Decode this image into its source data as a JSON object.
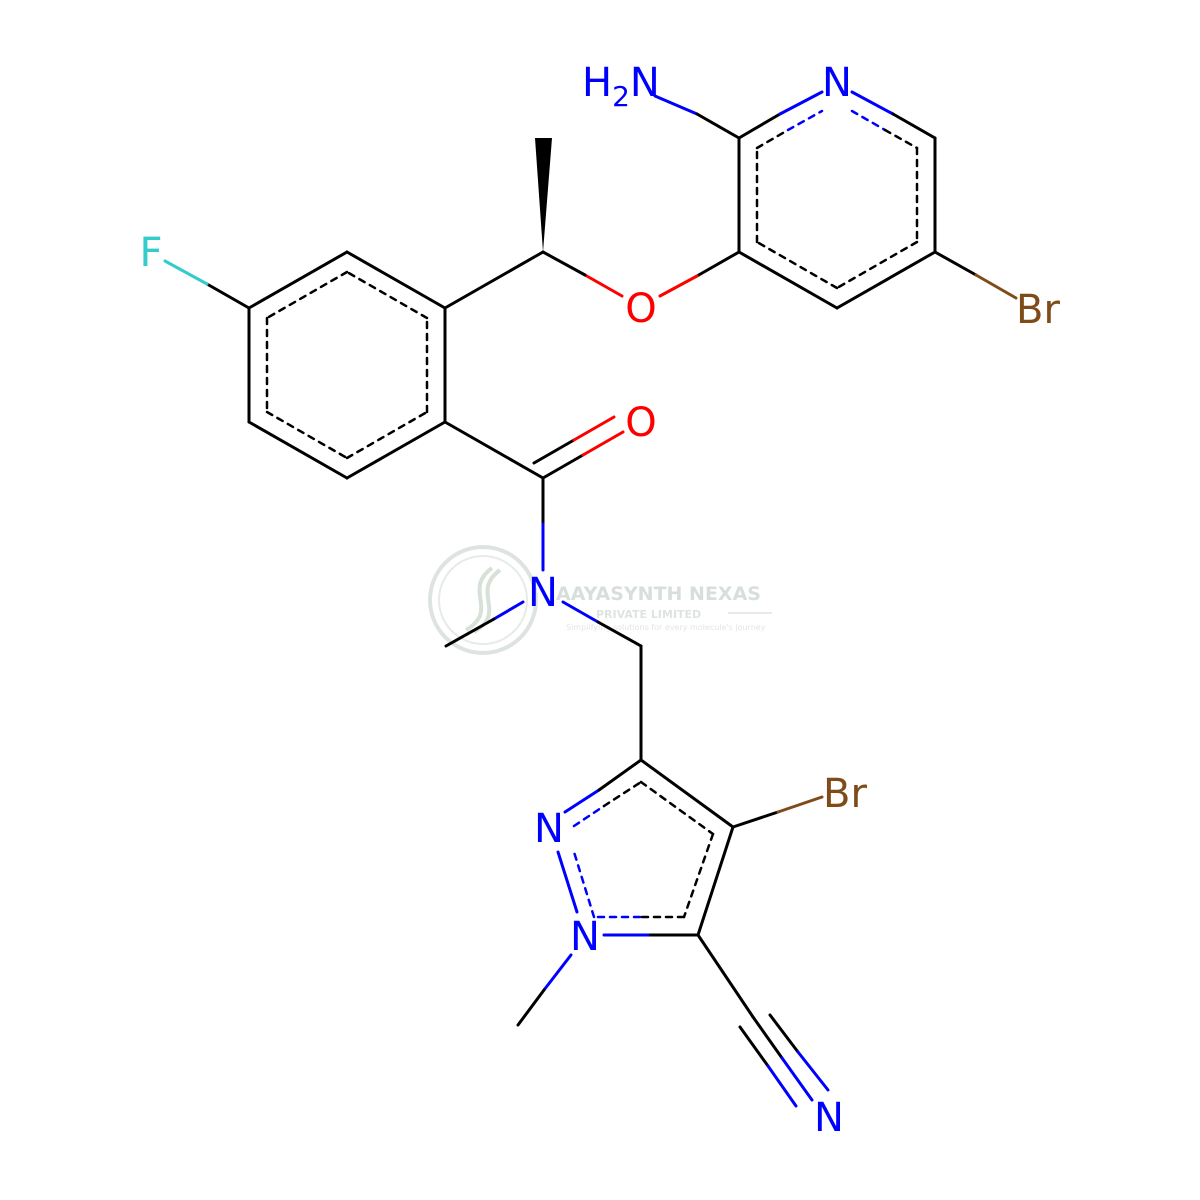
{
  "atoms": {
    "amino": {
      "main": "H",
      "sub": "2",
      "tail": "N"
    },
    "pyridine_n": "N",
    "bromo_pyridine": "Br",
    "fluoro": "F",
    "ether_o": "O",
    "carbonyl_o": "O",
    "amide_n": "N",
    "bromo_pyrazole": "Br",
    "pyrazole_n2": "N",
    "pyrazole_n1": "N",
    "nitrile_n": "N"
  },
  "watermark": {
    "company": "AAYASYNTH NEXAS",
    "subtitle": "PRIVATE LIMITED",
    "tagline": "Simplifying solutions for every molecule's journey"
  },
  "colors": {
    "carbon": "#000000",
    "nitrogen": "#0000ff",
    "oxygen": "#ff0000",
    "fluorine": "#33cccc",
    "bromine": "#7f4c19",
    "watermark": "#b9c6bd"
  }
}
